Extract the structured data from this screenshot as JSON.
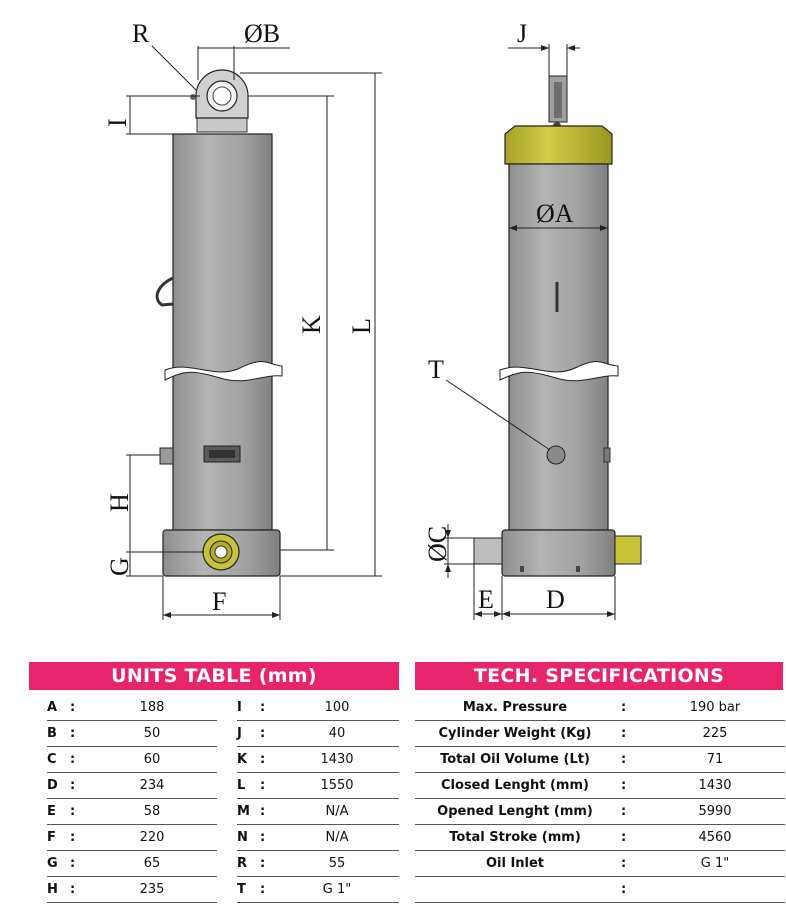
{
  "drawing": {
    "labels": {
      "R": "R",
      "B": "ØB",
      "I": "I",
      "K": "K",
      "L": "L",
      "H": "H",
      "G": "G",
      "F": "F",
      "J": "J",
      "A": "ØA",
      "T": "T",
      "C": "ØC",
      "E": "E",
      "D": "D"
    }
  },
  "units_table": {
    "title": "UNITS TABLE (mm)",
    "left": [
      {
        "key": "A",
        "value": "188"
      },
      {
        "key": "B",
        "value": "50"
      },
      {
        "key": "C",
        "value": "60"
      },
      {
        "key": "D",
        "value": "234"
      },
      {
        "key": "E",
        "value": "58"
      },
      {
        "key": "F",
        "value": "220"
      },
      {
        "key": "G",
        "value": "65"
      },
      {
        "key": "H",
        "value": "235"
      }
    ],
    "right": [
      {
        "key": "I",
        "value": "100"
      },
      {
        "key": "J",
        "value": "40"
      },
      {
        "key": "K",
        "value": "1430"
      },
      {
        "key": "L",
        "value": "1550"
      },
      {
        "key": "M",
        "value": "N/A"
      },
      {
        "key": "N",
        "value": "N/A"
      },
      {
        "key": "R",
        "value": "55"
      },
      {
        "key": "T",
        "value": "G 1\""
      }
    ]
  },
  "tech_specs": {
    "title": "TECH. SPECIFICATIONS",
    "rows": [
      {
        "key": "Max. Pressure",
        "value": "190 bar"
      },
      {
        "key": "Cylinder Weight (Kg)",
        "value": "225"
      },
      {
        "key": "Total Oil Volume (Lt)",
        "value": "71"
      },
      {
        "key": "Closed Lenght (mm)",
        "value": "1430"
      },
      {
        "key": "Opened Lenght (mm)",
        "value": "5990"
      },
      {
        "key": "Total Stroke (mm)",
        "value": "4560"
      },
      {
        "key": "Oil Inlet",
        "value": "G 1\""
      },
      {
        "key": "",
        "value": ""
      }
    ]
  },
  "colors": {
    "accent": "#e8246c",
    "cylinder_gray": "#a9a9a9",
    "cap_yellow": "#c8c238"
  }
}
